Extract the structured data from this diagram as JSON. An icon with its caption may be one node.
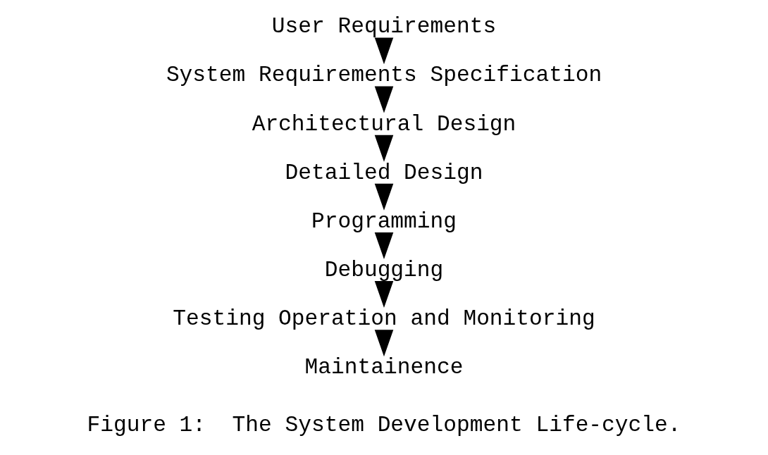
{
  "diagram": {
    "caption": "Figure 1:  The System Development Life-cycle.",
    "nodes": [
      {
        "text": [
          "User Requirements"
        ]
      },
      {
        "text": [
          "System Requirements Specification"
        ]
      },
      {
        "text": [
          "Architectural Design"
        ]
      },
      {
        "text": [
          "Detailed Design"
        ]
      },
      {
        "text": [
          "Programming"
        ]
      },
      {
        "text": [
          "Debugging"
        ]
      },
      {
        "text": [
          "Testing Operation and Monitoring"
        ]
      },
      {
        "text": [
          "Maintainence"
        ]
      }
    ],
    "edges": [
      {
        "from": 0,
        "to": 1,
        "arrow": "to"
      },
      {
        "from": 1,
        "to": 2,
        "arrow": "to"
      },
      {
        "from": 2,
        "to": 3,
        "arrow": "to"
      },
      {
        "from": 3,
        "to": 4,
        "arrow": "to"
      },
      {
        "from": 4,
        "to": 5,
        "arrow": "to"
      },
      {
        "from": 5,
        "to": 6,
        "arrow": "to"
      },
      {
        "from": 6,
        "to": 7,
        "arrow": "to"
      }
    ]
  }
}
